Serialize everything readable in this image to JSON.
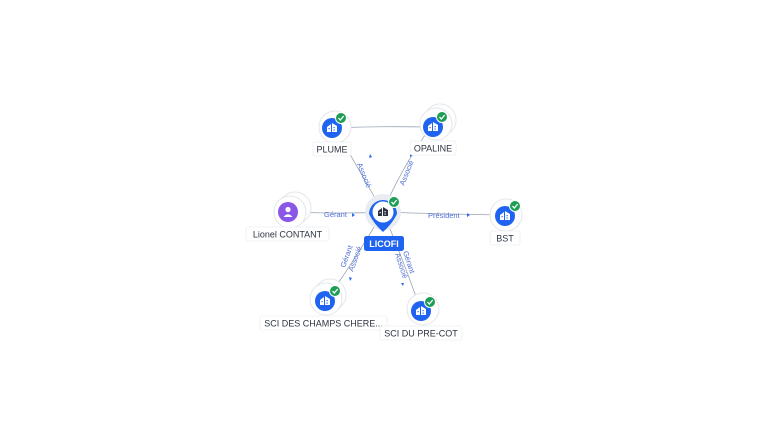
{
  "center": {
    "label": "LICOFI",
    "icon": "building-icon",
    "verified": true
  },
  "nodes": [
    {
      "id": "plume",
      "label": "PLUME",
      "icon": "building-icon",
      "verified": true
    },
    {
      "id": "opaline",
      "label": "OPALINE",
      "icon": "building-icon",
      "verified": true
    },
    {
      "id": "lionel",
      "label": "Lionel CONTANT",
      "icon": "person-icon",
      "verified": false
    },
    {
      "id": "bst",
      "label": "BST",
      "icon": "building-icon",
      "verified": true
    },
    {
      "id": "sci-champs",
      "label": "SCI DES CHAMPS CHERE...",
      "icon": "building-icon",
      "verified": true
    },
    {
      "id": "sci-pre-cot",
      "label": "SCI DU PRE-COT",
      "icon": "building-icon",
      "verified": true
    }
  ],
  "edges": [
    {
      "id": "e-plume",
      "label": "Associé"
    },
    {
      "id": "e-opaline",
      "label": "Associé"
    },
    {
      "id": "e-lionel",
      "label": "Gérant"
    },
    {
      "id": "e-bst",
      "label": "Président"
    },
    {
      "id": "e-champs-1",
      "label": "Gérant"
    },
    {
      "id": "e-champs-2",
      "label": "Associé"
    },
    {
      "id": "e-precot-1",
      "label": "Gérant"
    },
    {
      "id": "e-precot-2",
      "label": "Associé"
    }
  ],
  "colors": {
    "primary": "#1f64f0",
    "person": "#8a56e8",
    "check": "#1e9d54",
    "edge": "#9aa5b5"
  }
}
